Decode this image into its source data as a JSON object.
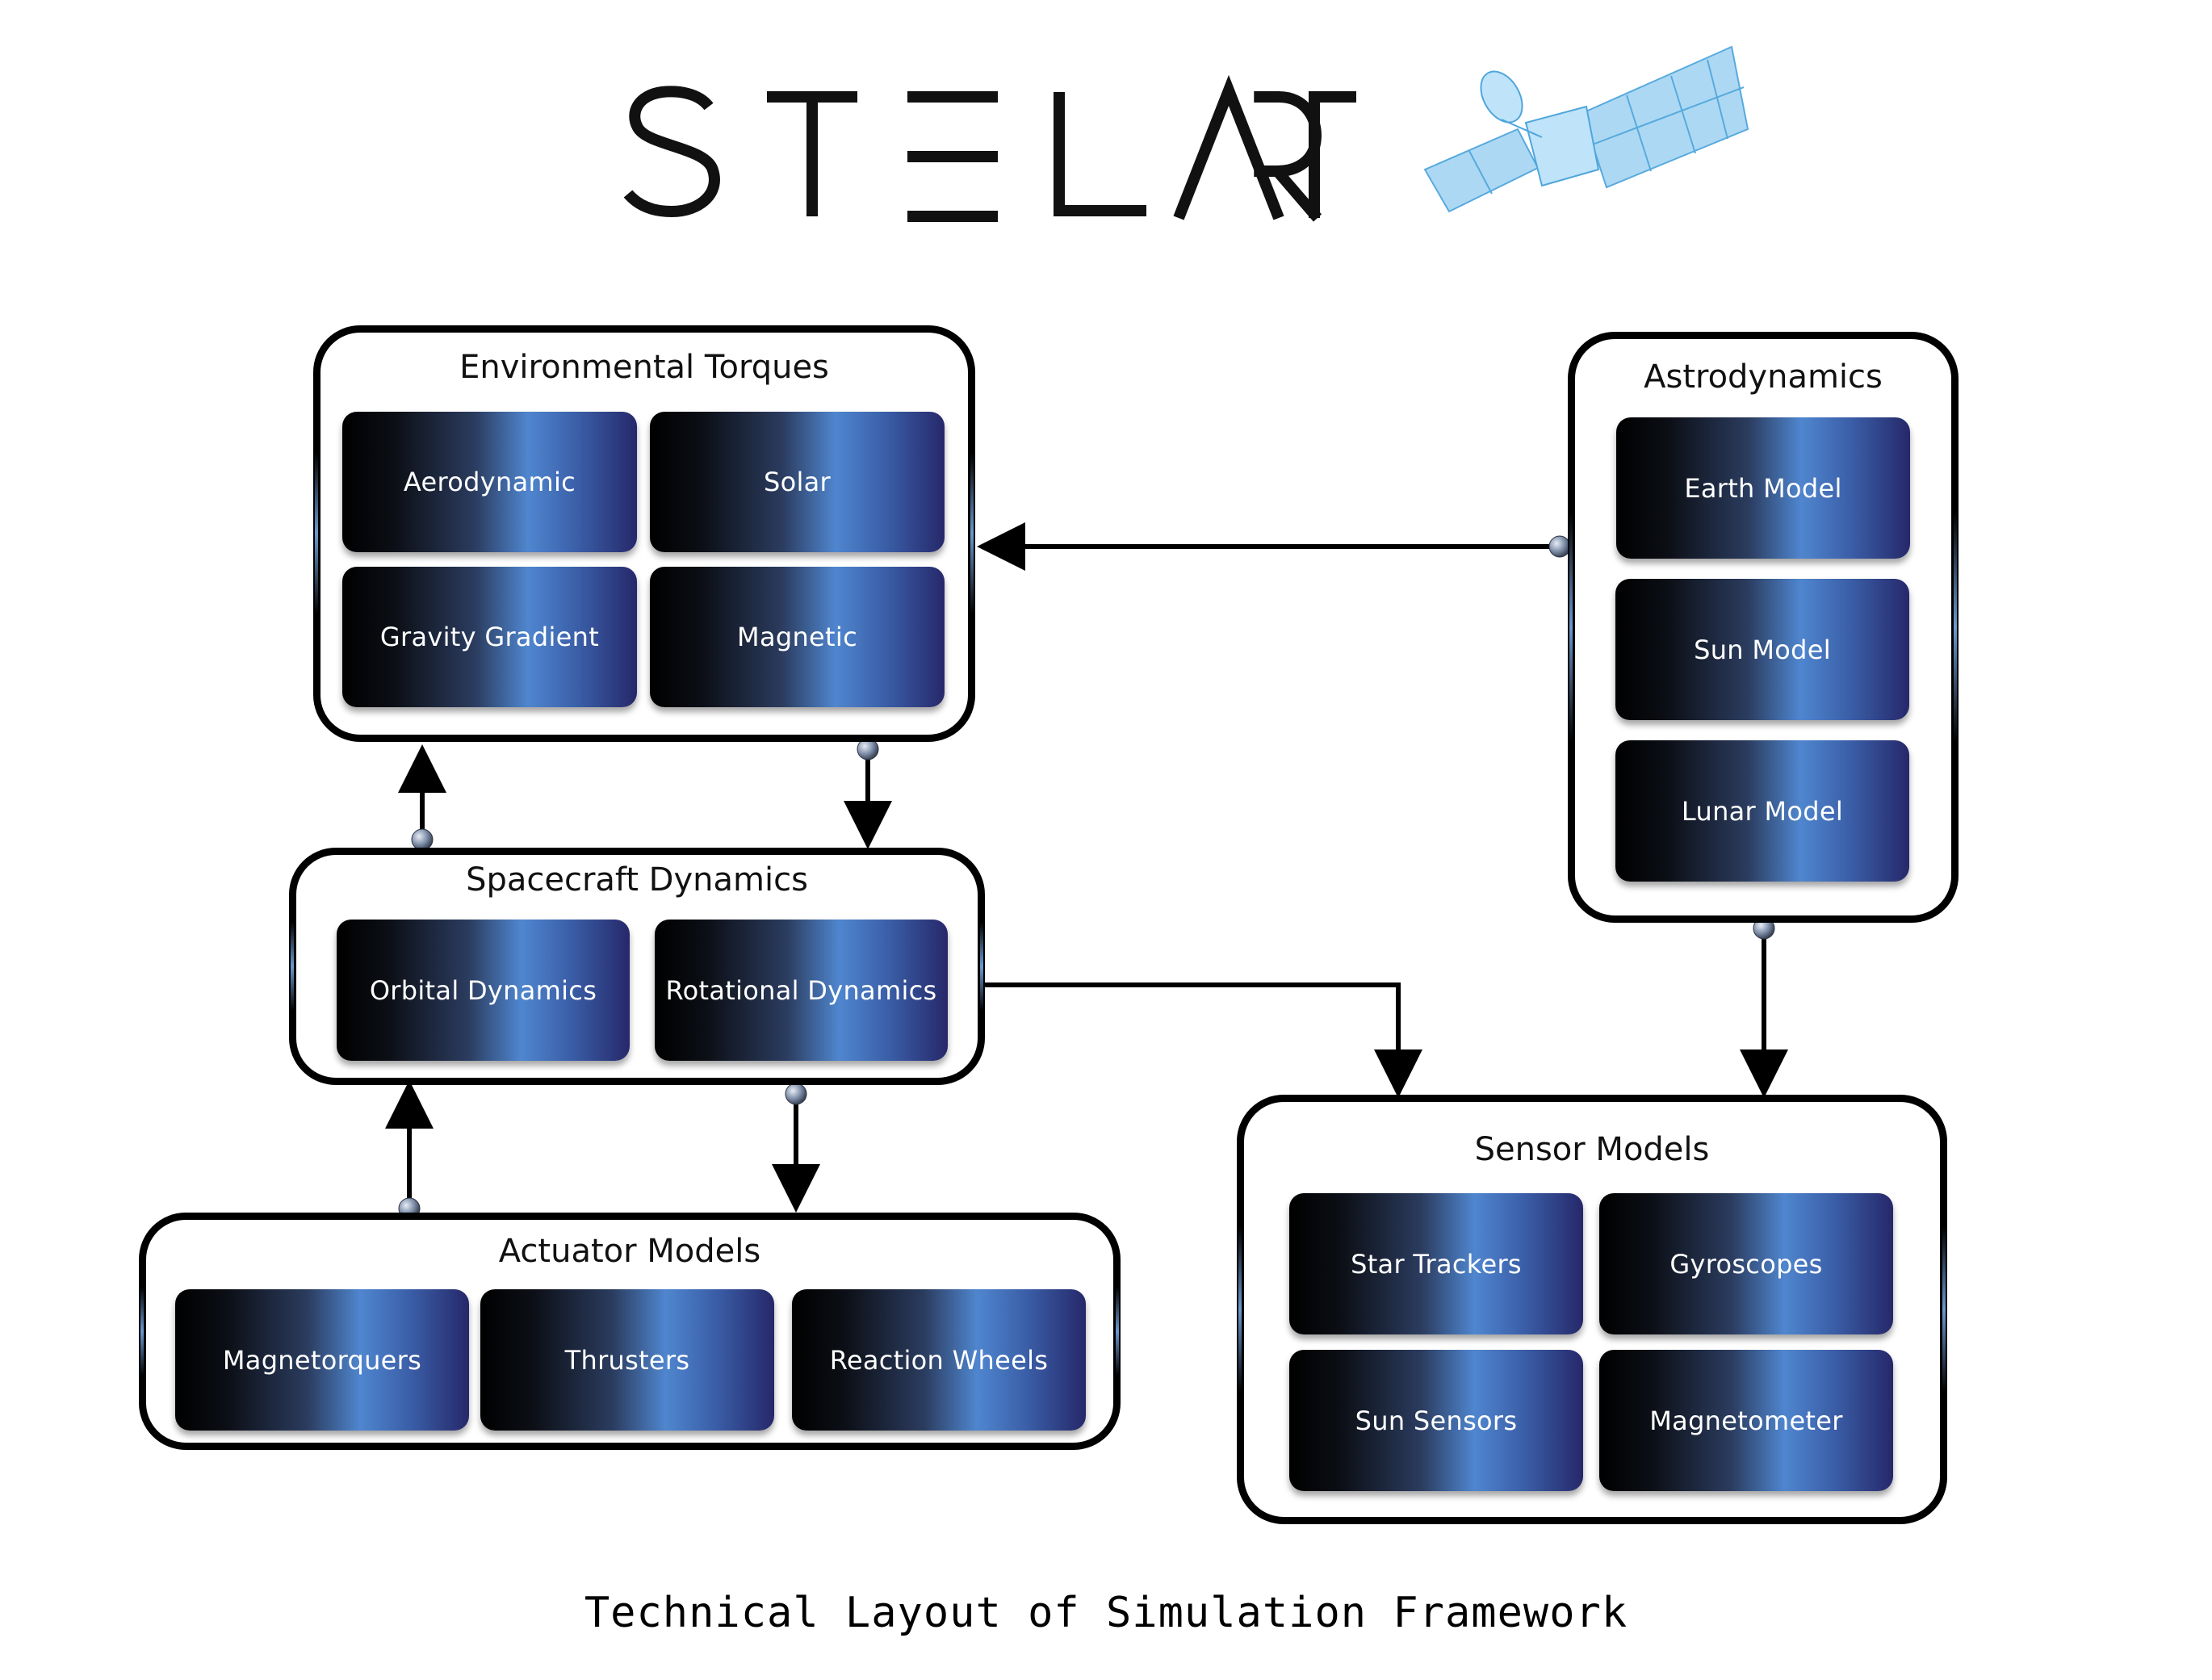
{
  "logo": {
    "text": "STELAR"
  },
  "groups": {
    "environmental": {
      "title": "Environmental Torques",
      "tiles": [
        "Aerodynamic",
        "Solar",
        "Gravity Gradient",
        "Magnetic"
      ]
    },
    "astrodynamics": {
      "title": "Astrodynamics",
      "tiles": [
        "Earth Model",
        "Sun Model",
        "Lunar Model"
      ]
    },
    "spacecraft": {
      "title": "Spacecraft Dynamics",
      "tiles": [
        "Orbital Dynamics",
        "Rotational Dynamics"
      ]
    },
    "actuator": {
      "title": "Actuator Models",
      "tiles": [
        "Magnetorquers",
        "Thrusters",
        "Reaction Wheels"
      ]
    },
    "sensor": {
      "title": "Sensor Models",
      "tiles": [
        "Star Trackers",
        "Gyroscopes",
        "Sun Sensors",
        "Magnetometer"
      ]
    }
  },
  "caption": "Technical Layout of Simulation Framework",
  "colors": {
    "tile_dark": "#000000",
    "tile_blue": "#4f86cf",
    "tile_indigo": "#26286a",
    "port": "#8a97ad",
    "line": "#000000"
  },
  "icons": [
    "satellite-icon"
  ]
}
